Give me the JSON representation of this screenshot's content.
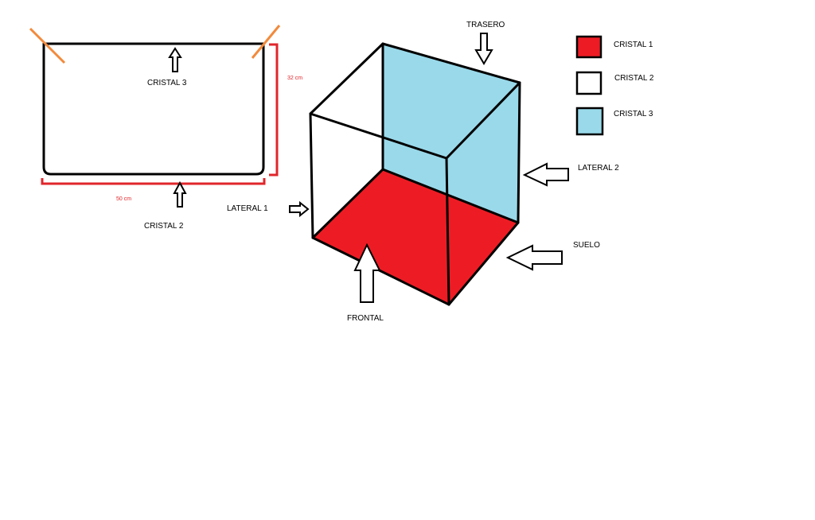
{
  "colors": {
    "cristal_1": "#ed1c24",
    "cristal_2": "#ffffff",
    "cristal_3": "#99d9ea",
    "dimension": "#e0262b",
    "cut_marks": "#f28a3c",
    "outline": "#000000"
  },
  "profile": {
    "top_label": "CRISTAL 3",
    "bottom_label": "CRISTAL 2",
    "height_dimension": "32 cm",
    "width_dimension": "50 cm"
  },
  "box": {
    "left_label": "LATERAL 1",
    "right_label": "LATERAL 2",
    "back_label": "TRASERO",
    "front_label": "FRONTAL",
    "bottom_label": "SUELO"
  },
  "legend": {
    "items": [
      {
        "label": "CRISTAL 1",
        "color": "#ed1c24"
      },
      {
        "label": "CRISTAL 2",
        "color": "#ffffff"
      },
      {
        "label": "CRISTAL 3",
        "color": "#99d9ea"
      }
    ]
  }
}
